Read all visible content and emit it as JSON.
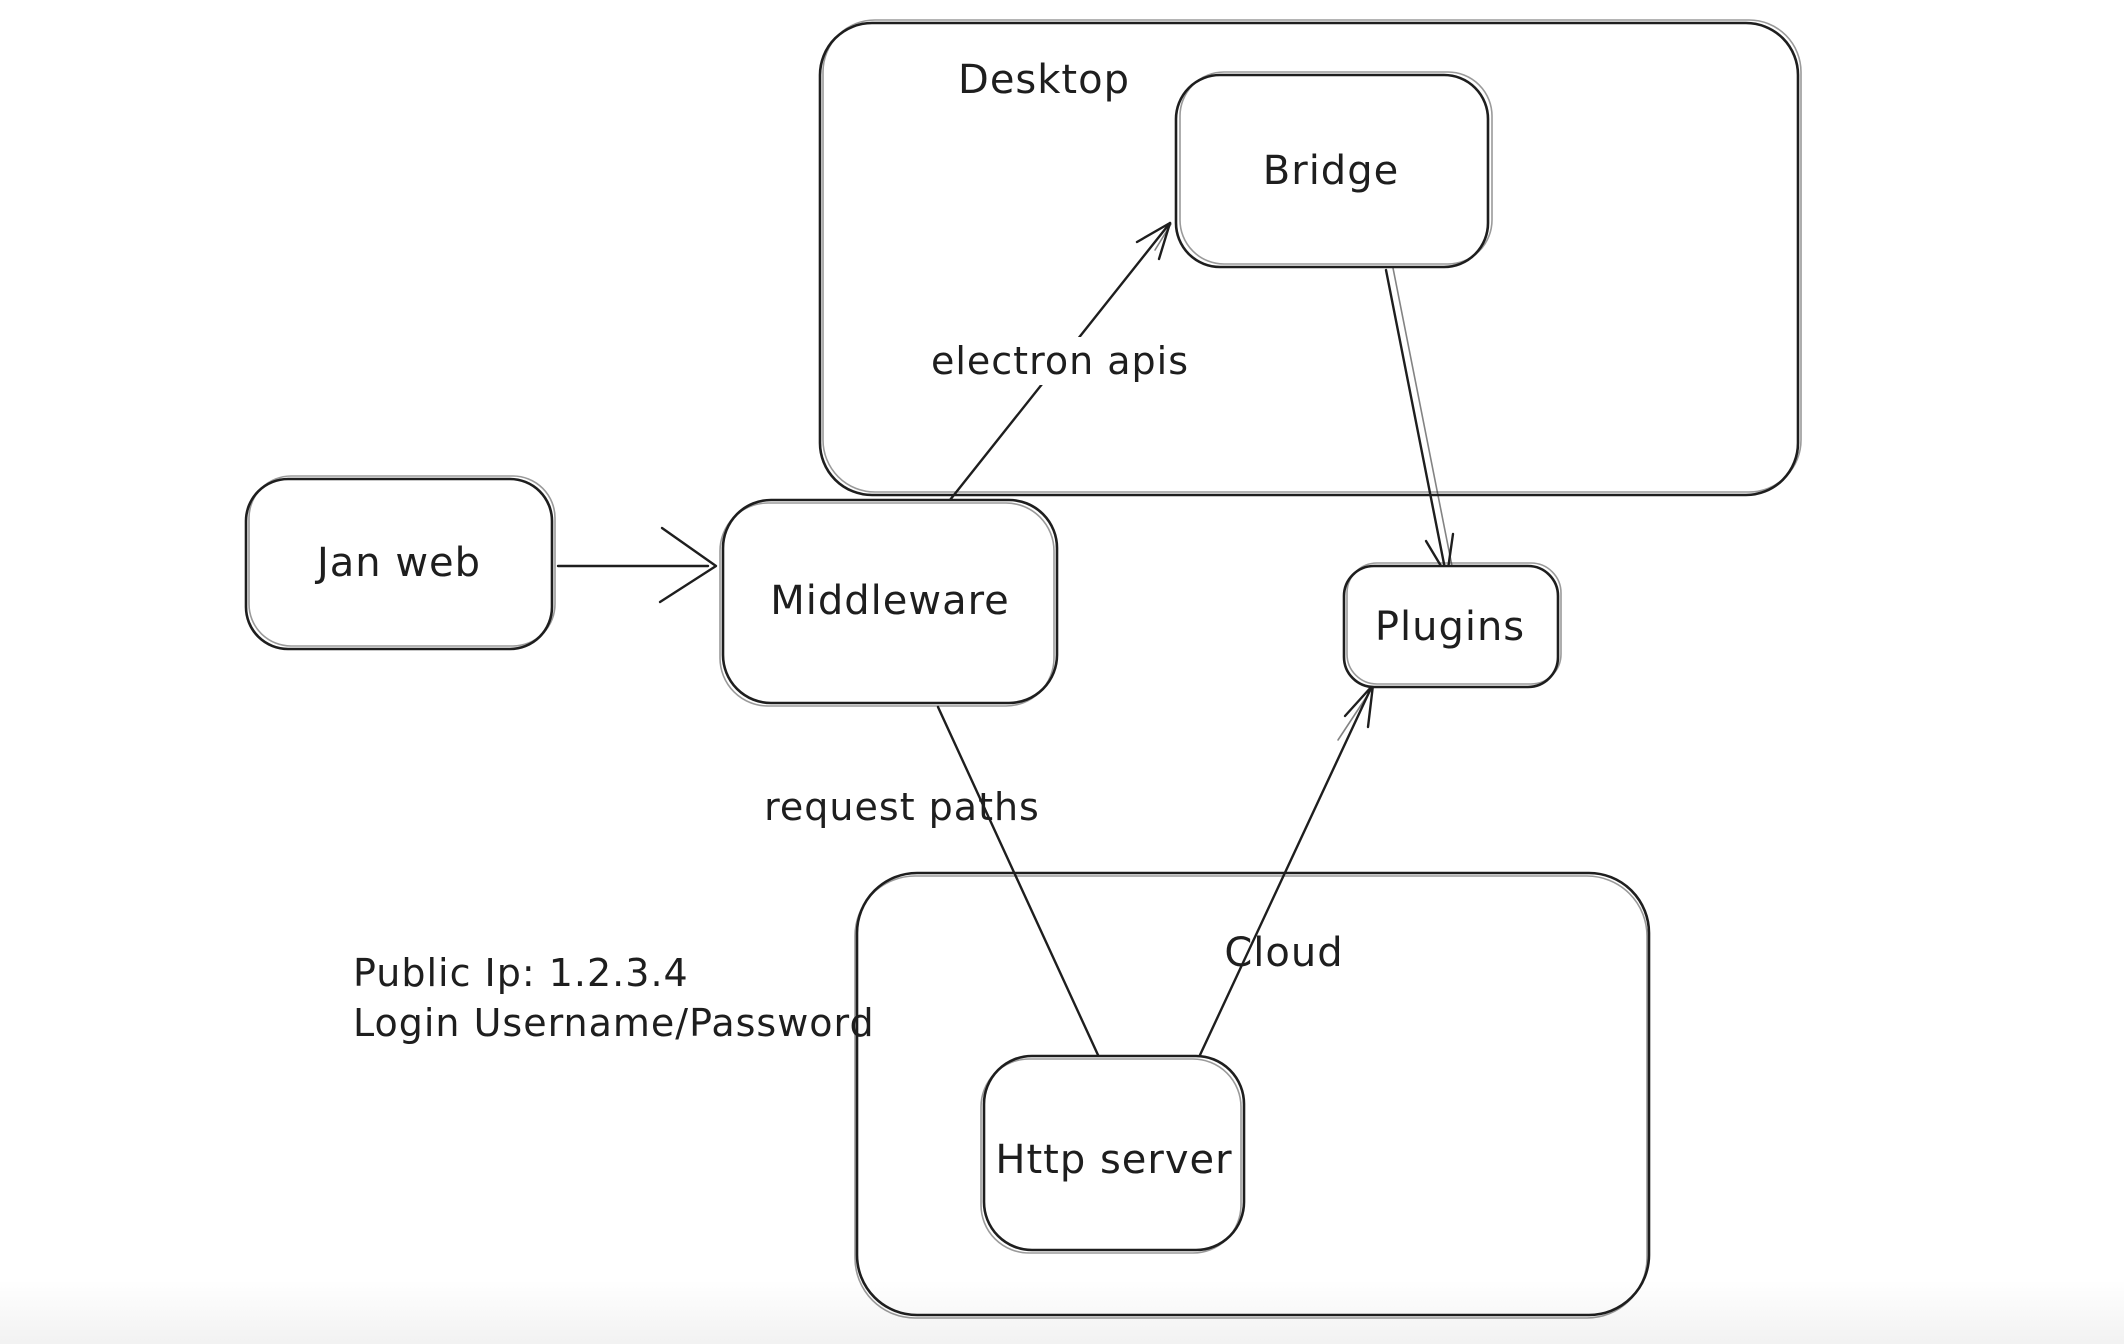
{
  "diagram": {
    "containers": [
      {
        "id": "desktop",
        "label": "Desktop"
      },
      {
        "id": "cloud",
        "label": "Cloud"
      }
    ],
    "nodes": [
      {
        "id": "jan-web",
        "label": "Jan web"
      },
      {
        "id": "middleware",
        "label": "Middleware"
      },
      {
        "id": "bridge",
        "label": "Bridge"
      },
      {
        "id": "plugins",
        "label": "Plugins"
      },
      {
        "id": "http-server",
        "label": "Http server"
      }
    ],
    "edges": [
      {
        "id": "janweb-to-middleware",
        "from": "jan-web",
        "to": "middleware",
        "label": ""
      },
      {
        "id": "middleware-to-bridge",
        "from": "middleware",
        "to": "bridge",
        "label": "electron apis"
      },
      {
        "id": "bridge-to-plugins",
        "from": "bridge",
        "to": "plugins",
        "label": ""
      },
      {
        "id": "middleware-to-httpserver",
        "from": "middleware",
        "to": "http-server",
        "label": "request paths"
      },
      {
        "id": "httpserver-to-plugins",
        "from": "http-server",
        "to": "plugins",
        "label": ""
      }
    ],
    "annotations": [
      "Public Ip: 1.2.3.4",
      "Login Username/Password"
    ],
    "colors": {
      "stroke": "#1e1e1e",
      "text": "#1e1e1e",
      "canvas": "#ffffff"
    }
  }
}
